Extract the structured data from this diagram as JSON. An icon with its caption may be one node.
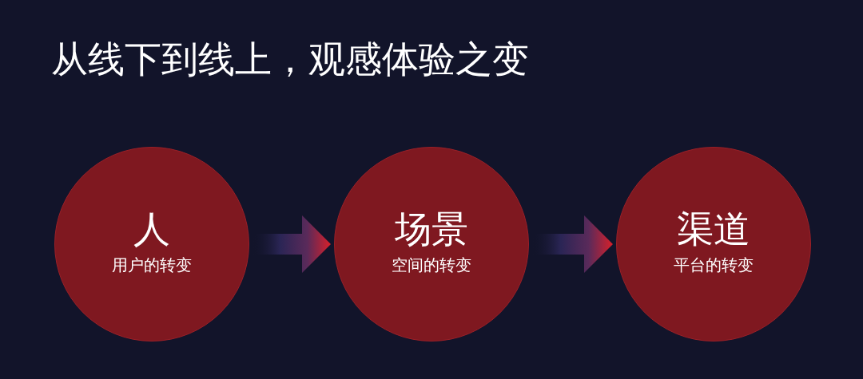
{
  "diagram": {
    "title": "从线下到线上，观感体验之变",
    "nodes": [
      {
        "text": [
          "人",
          "用户的转变"
        ]
      },
      {
        "text": [
          "场景",
          "空间的转变"
        ]
      },
      {
        "text": [
          "渠道",
          "平台的转变"
        ]
      }
    ],
    "edges": [
      {
        "from": 0,
        "to": 1,
        "arrow": "to"
      },
      {
        "from": 1,
        "to": 2,
        "arrow": "to"
      }
    ]
  }
}
